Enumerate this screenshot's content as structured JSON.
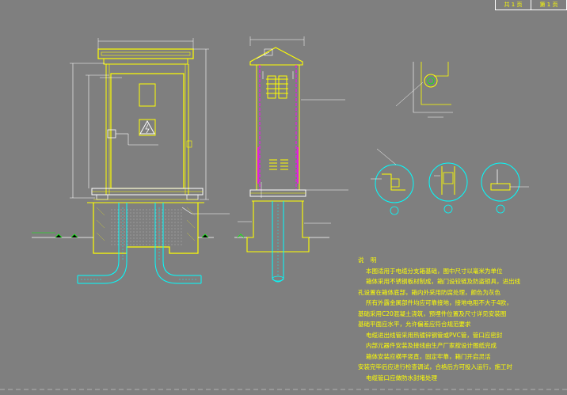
{
  "title_block": {
    "cell_1": "共 1 页",
    "cell_2": "第 1 页"
  },
  "notes": {
    "title": "说 明",
    "lines": [
      "本图适用于电缆分支箱基础，图中尺寸以毫米为单位",
      "箱体采用不锈钢板材制成，箱门设铰链及防盗锁具，进出线",
      "孔设置在箱体底部，箱内外采用防腐处理，颜色为灰色",
      "所有外露金属部件均应可靠接地，接地电阻不大于4欧，",
      "基础采用C20混凝土浇筑，预埋件位置及尺寸详见安装图",
      "基础平面应水平，允许偏差应符合规范要求",
      "电缆进出线管采用热镀锌钢管或PVC管，管口应密封",
      "内部元器件安装及接线由生产厂家按设计图纸完成",
      "箱体安装应横平竖直，固定牢靠，箱门开启灵活",
      "安装完毕后应进行检查调试，合格后方可投入运行，施工时",
      "电缆管口应做防水封堵处理"
    ]
  },
  "colors": {
    "background": "#7f7f7f",
    "outline": "#ffff00",
    "dimension": "#ffffff",
    "green": "#00ff00",
    "cyan": "#00ffff",
    "magenta": "#ff00ff"
  }
}
